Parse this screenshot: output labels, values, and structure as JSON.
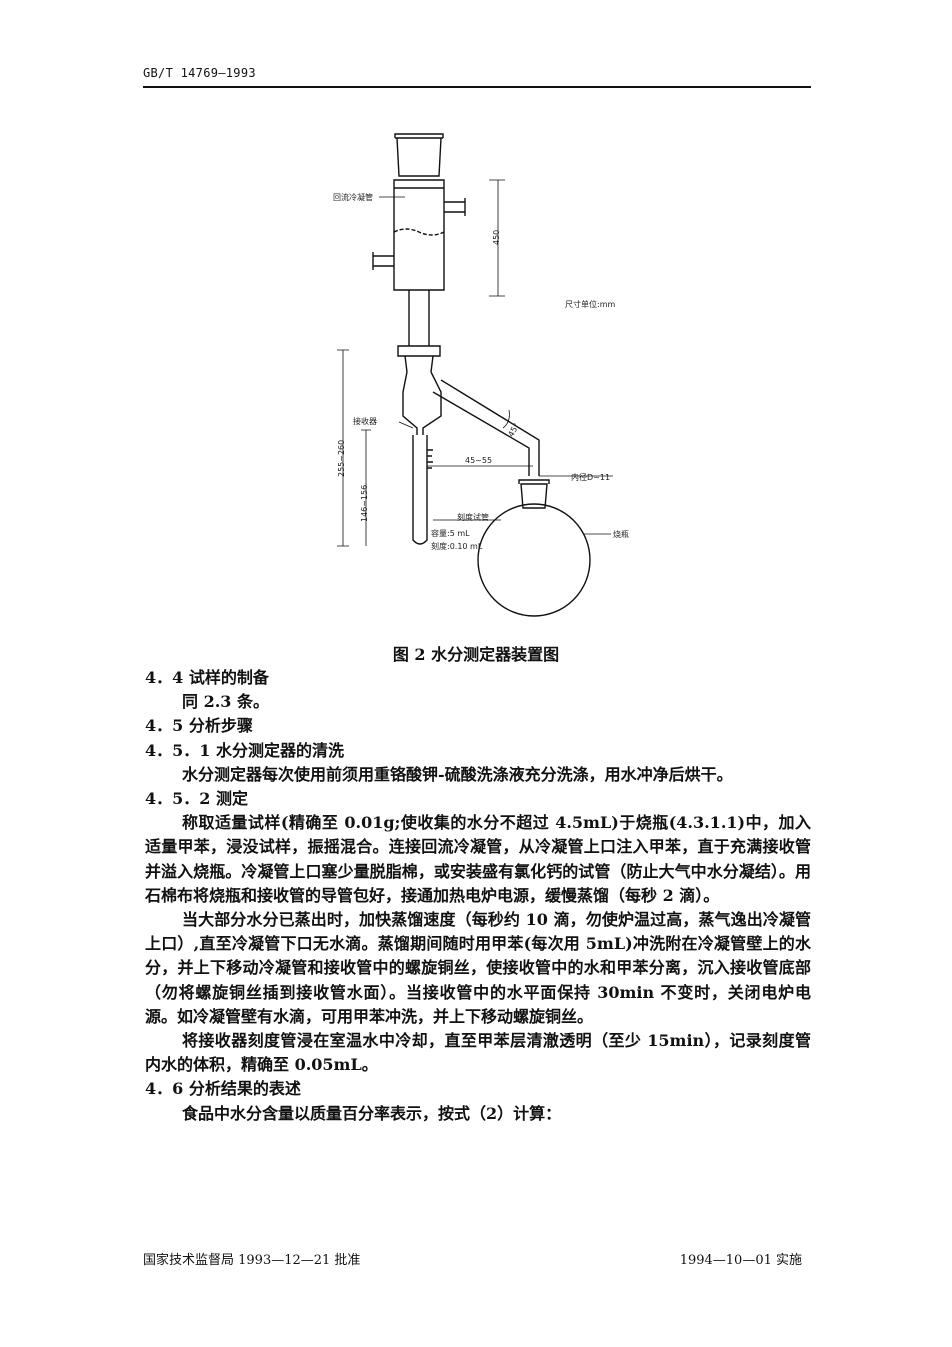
{
  "header": {
    "code": "GB/T 14769—1993"
  },
  "figure": {
    "labels": {
      "condenser": "回流冷凝管",
      "dim_450": "450",
      "unit": "尺寸单位:mm",
      "receiver": "接收器",
      "dim_255": "255~260",
      "dim_45_55": "45~55",
      "angle": "45°",
      "inner_diameter": "内径D~11",
      "dim_146": "146~156",
      "tube": "刻度试管",
      "capacity": "容量:5 mL",
      "scale": "刻度:0.10 mL",
      "flask": "烧瓶"
    },
    "caption": "图 2   水分测定器装置图"
  },
  "sections": {
    "s44_heading": "4．4  试样的制备",
    "s44_text": "同 2.3 条。",
    "s45_heading": "4．5  分析步骤",
    "s451_heading": "4．5．1  水分测定器的清洗",
    "s451_text": "水分测定器每次使用前须用重铬酸钾-硫酸洗涤液充分洗涤，用水冲净后烘干。",
    "s452_heading": "4．5．2  测定",
    "s452_p1": "称取适量试样(精确至 0.01g;使收集的水分不超过 4.5mL)于烧瓶(4.3.1.1)中，加入适量甲苯，浸没试样，振摇混合。连接回流冷凝管，从冷凝管上口注入甲苯，直于充满接收管并溢入烧瓶。冷凝管上口塞少量脱脂棉，或安装盛有氯化钙的试管（防止大气中水分凝结）。用石棉布将烧瓶和接收管的导管包好，接通加热电炉电源，缓慢蒸馏（每秒 2 滴）。",
    "s452_p2": "当大部分水分已蒸出时，加快蒸馏速度（每秒约 10 滴，勿使炉温过高，蒸气逸出冷凝管上口）,直至冷凝管下口无水滴。蒸馏期间随时用甲苯(每次用 5mL)冲洗附在冷凝管壁上的水分，并上下移动冷凝管和接收管中的螺旋铜丝，使接收管中的水和甲苯分离，沉入接收管底部（勿将螺旋铜丝插到接收管水面）。当接收管中的水平面保持 30min 不变时，关闭电炉电源。如冷凝管壁有水滴，可用甲苯冲洗，并上下移动螺旋铜丝。",
    "s452_p3": "将接收器刻度管浸在室温水中冷却，直至甲苯层清澈透明（至少 15min），记录刻度管内水的体积，精确至 0.05mL。",
    "s46_heading": "4．6  分析结果的表述",
    "s46_text": "食品中水分含量以质量百分率表示，按式（2）计算："
  },
  "footer": {
    "left": "国家技术监督局 1993—12—21 批准",
    "right": "1994—10—01 实施"
  }
}
